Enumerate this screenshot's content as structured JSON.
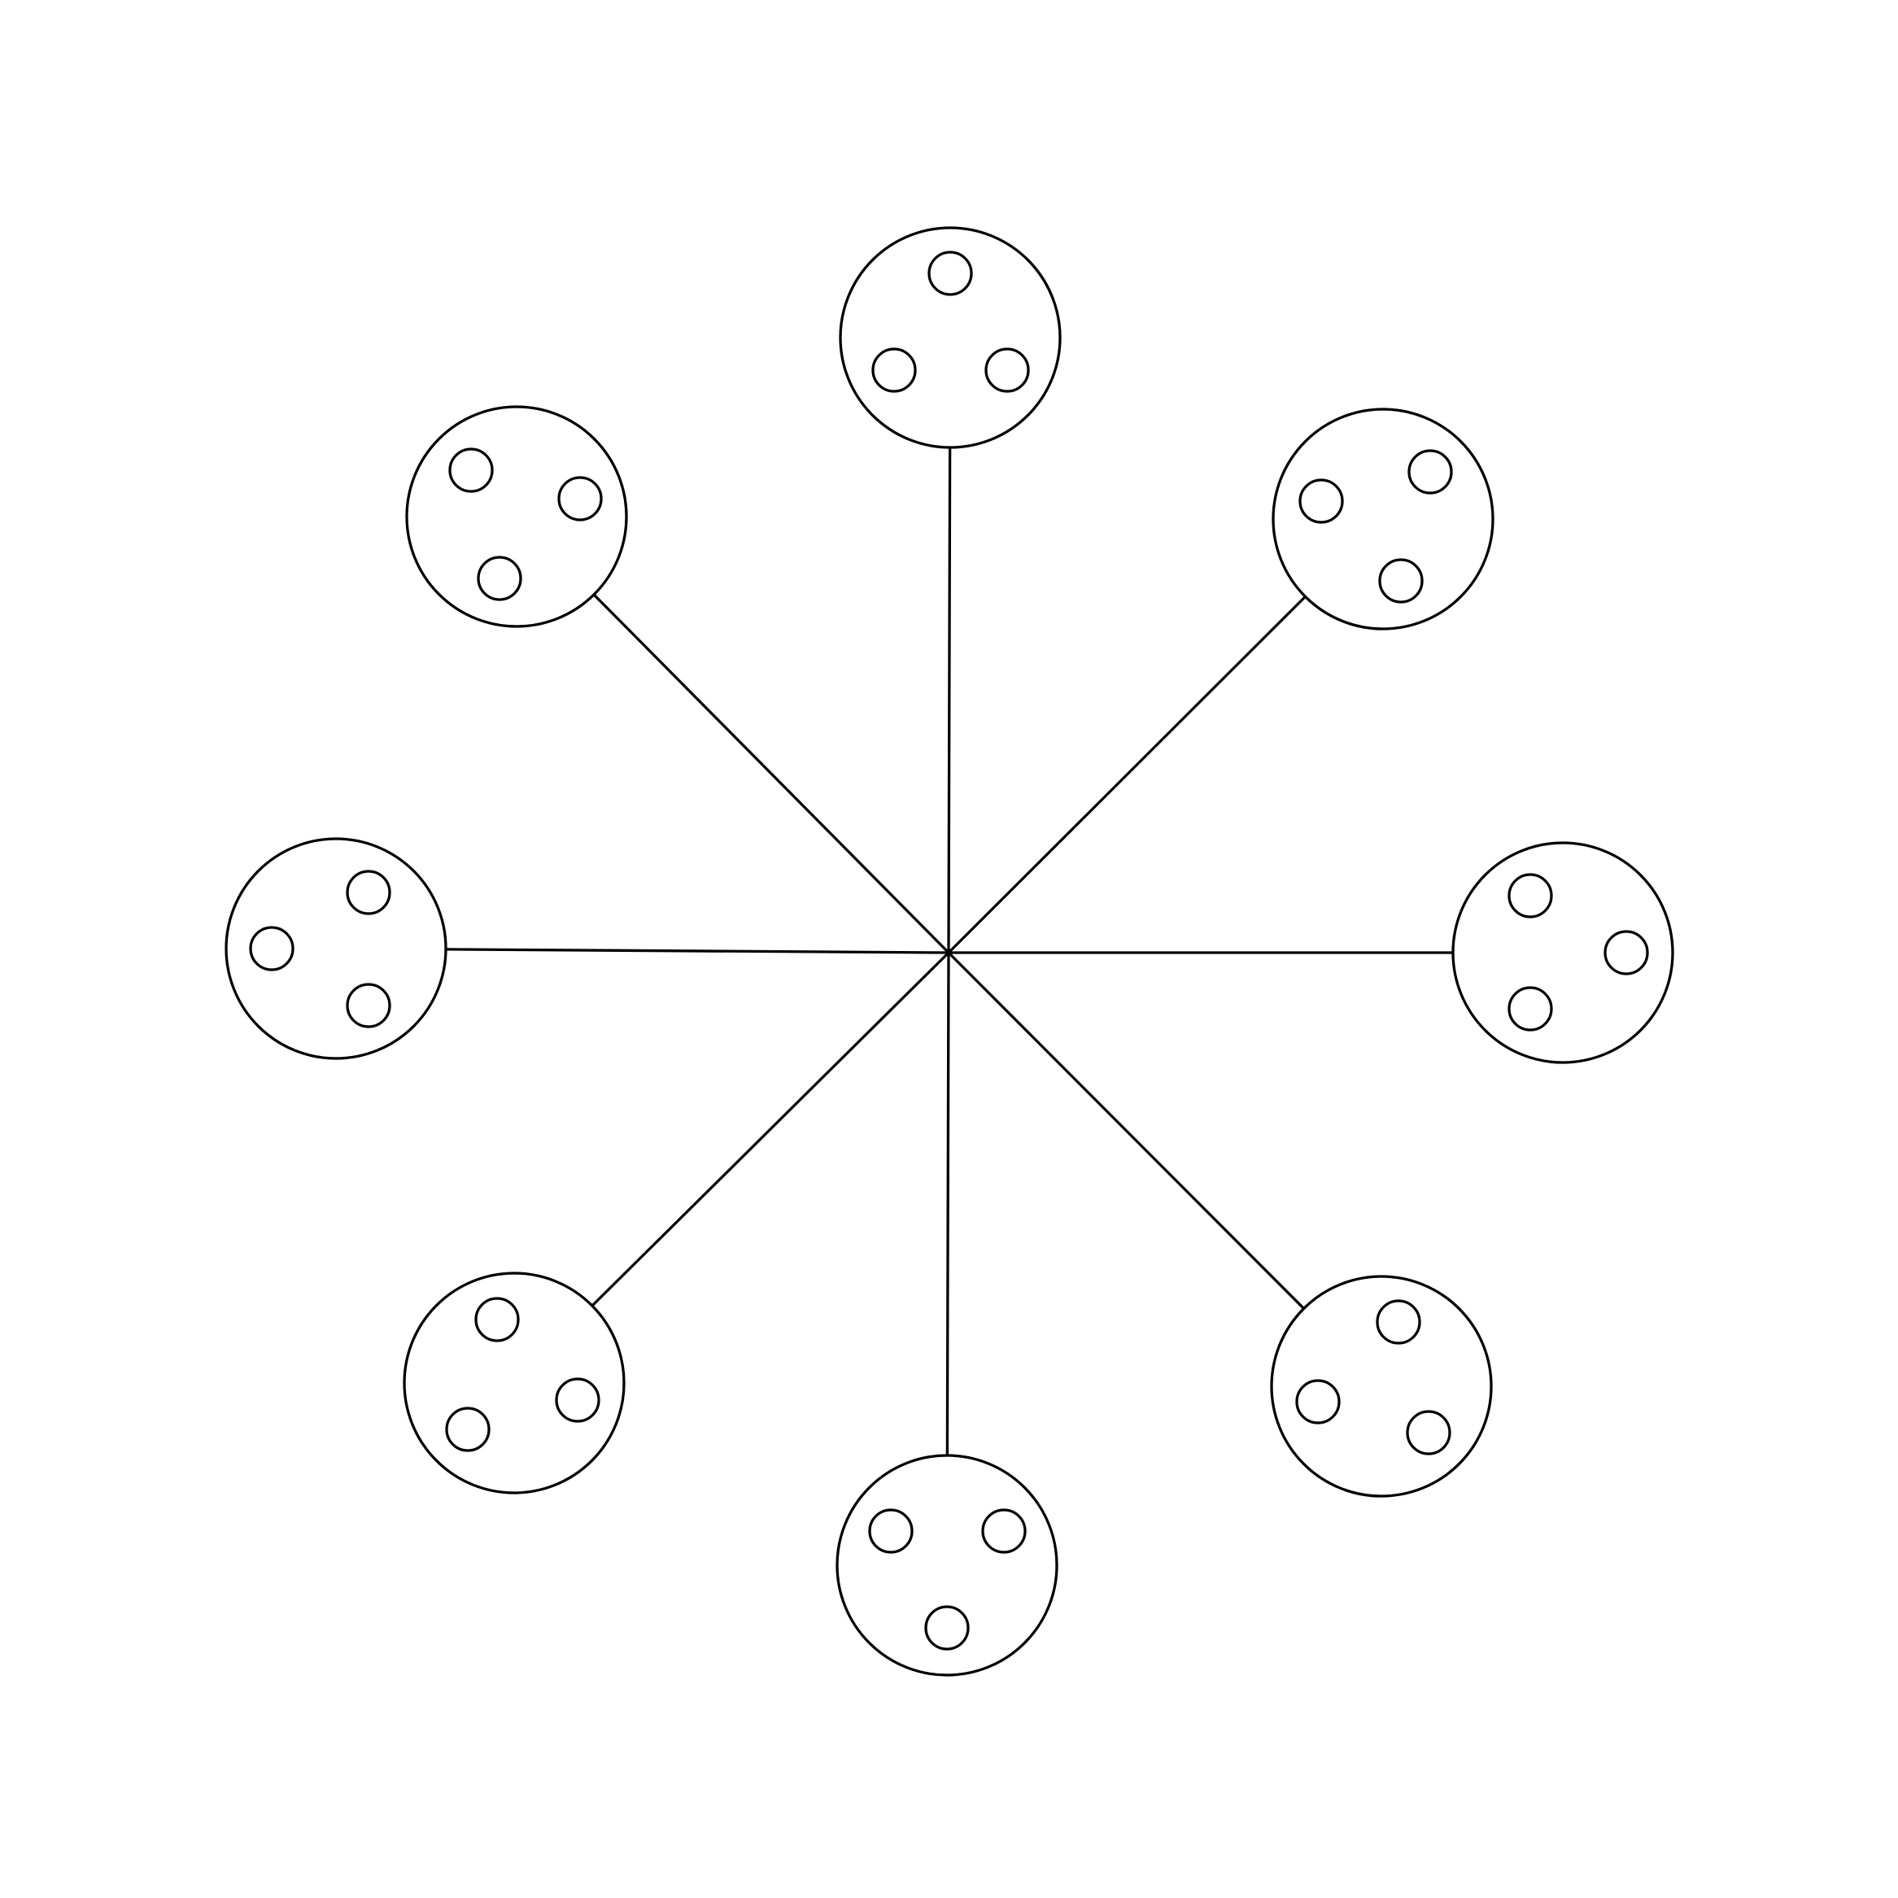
{
  "diagram": {
    "type": "hub-and-spoke",
    "stroke_color": "#000000",
    "background_color": "#ffffff",
    "nodes": [
      {
        "id": "top",
        "inner_circles": 3
      },
      {
        "id": "top-right",
        "inner_circles": 3
      },
      {
        "id": "right",
        "inner_circles": 3
      },
      {
        "id": "bottom-right",
        "inner_circles": 3
      },
      {
        "id": "bottom",
        "inner_circles": 3
      },
      {
        "id": "bottom-left",
        "inner_circles": 3
      },
      {
        "id": "left",
        "inner_circles": 3
      },
      {
        "id": "top-left",
        "inner_circles": 3
      }
    ]
  }
}
